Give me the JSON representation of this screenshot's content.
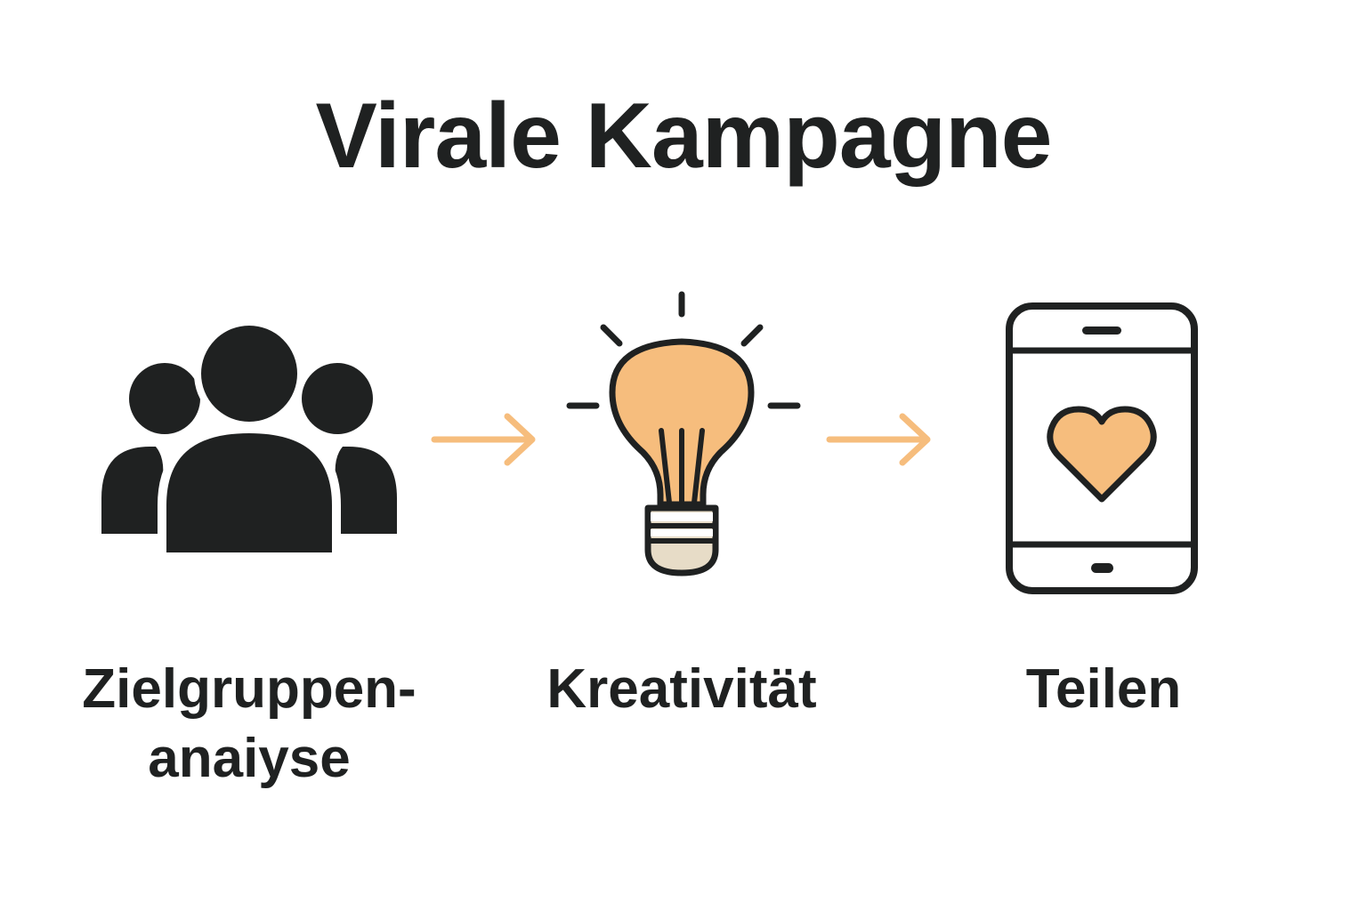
{
  "title": "Virale Kampagne",
  "colors": {
    "ink": "#1f2121",
    "accent": "#f6bd7d",
    "base_stripe": "#e7dcc7",
    "background": "#ffffff"
  },
  "steps": [
    {
      "icon": "people-group-icon",
      "label_lines": [
        "Zielgruppen-",
        "anaiyse"
      ]
    },
    {
      "icon": "lightbulb-icon",
      "label_lines": [
        "Kreativität"
      ]
    },
    {
      "icon": "smartphone-heart-icon",
      "label_lines": [
        "Teilen"
      ]
    }
  ],
  "connectors": [
    {
      "from": 0,
      "to": 1,
      "icon": "arrow-right-icon"
    },
    {
      "from": 1,
      "to": 2,
      "icon": "arrow-right-icon"
    }
  ]
}
